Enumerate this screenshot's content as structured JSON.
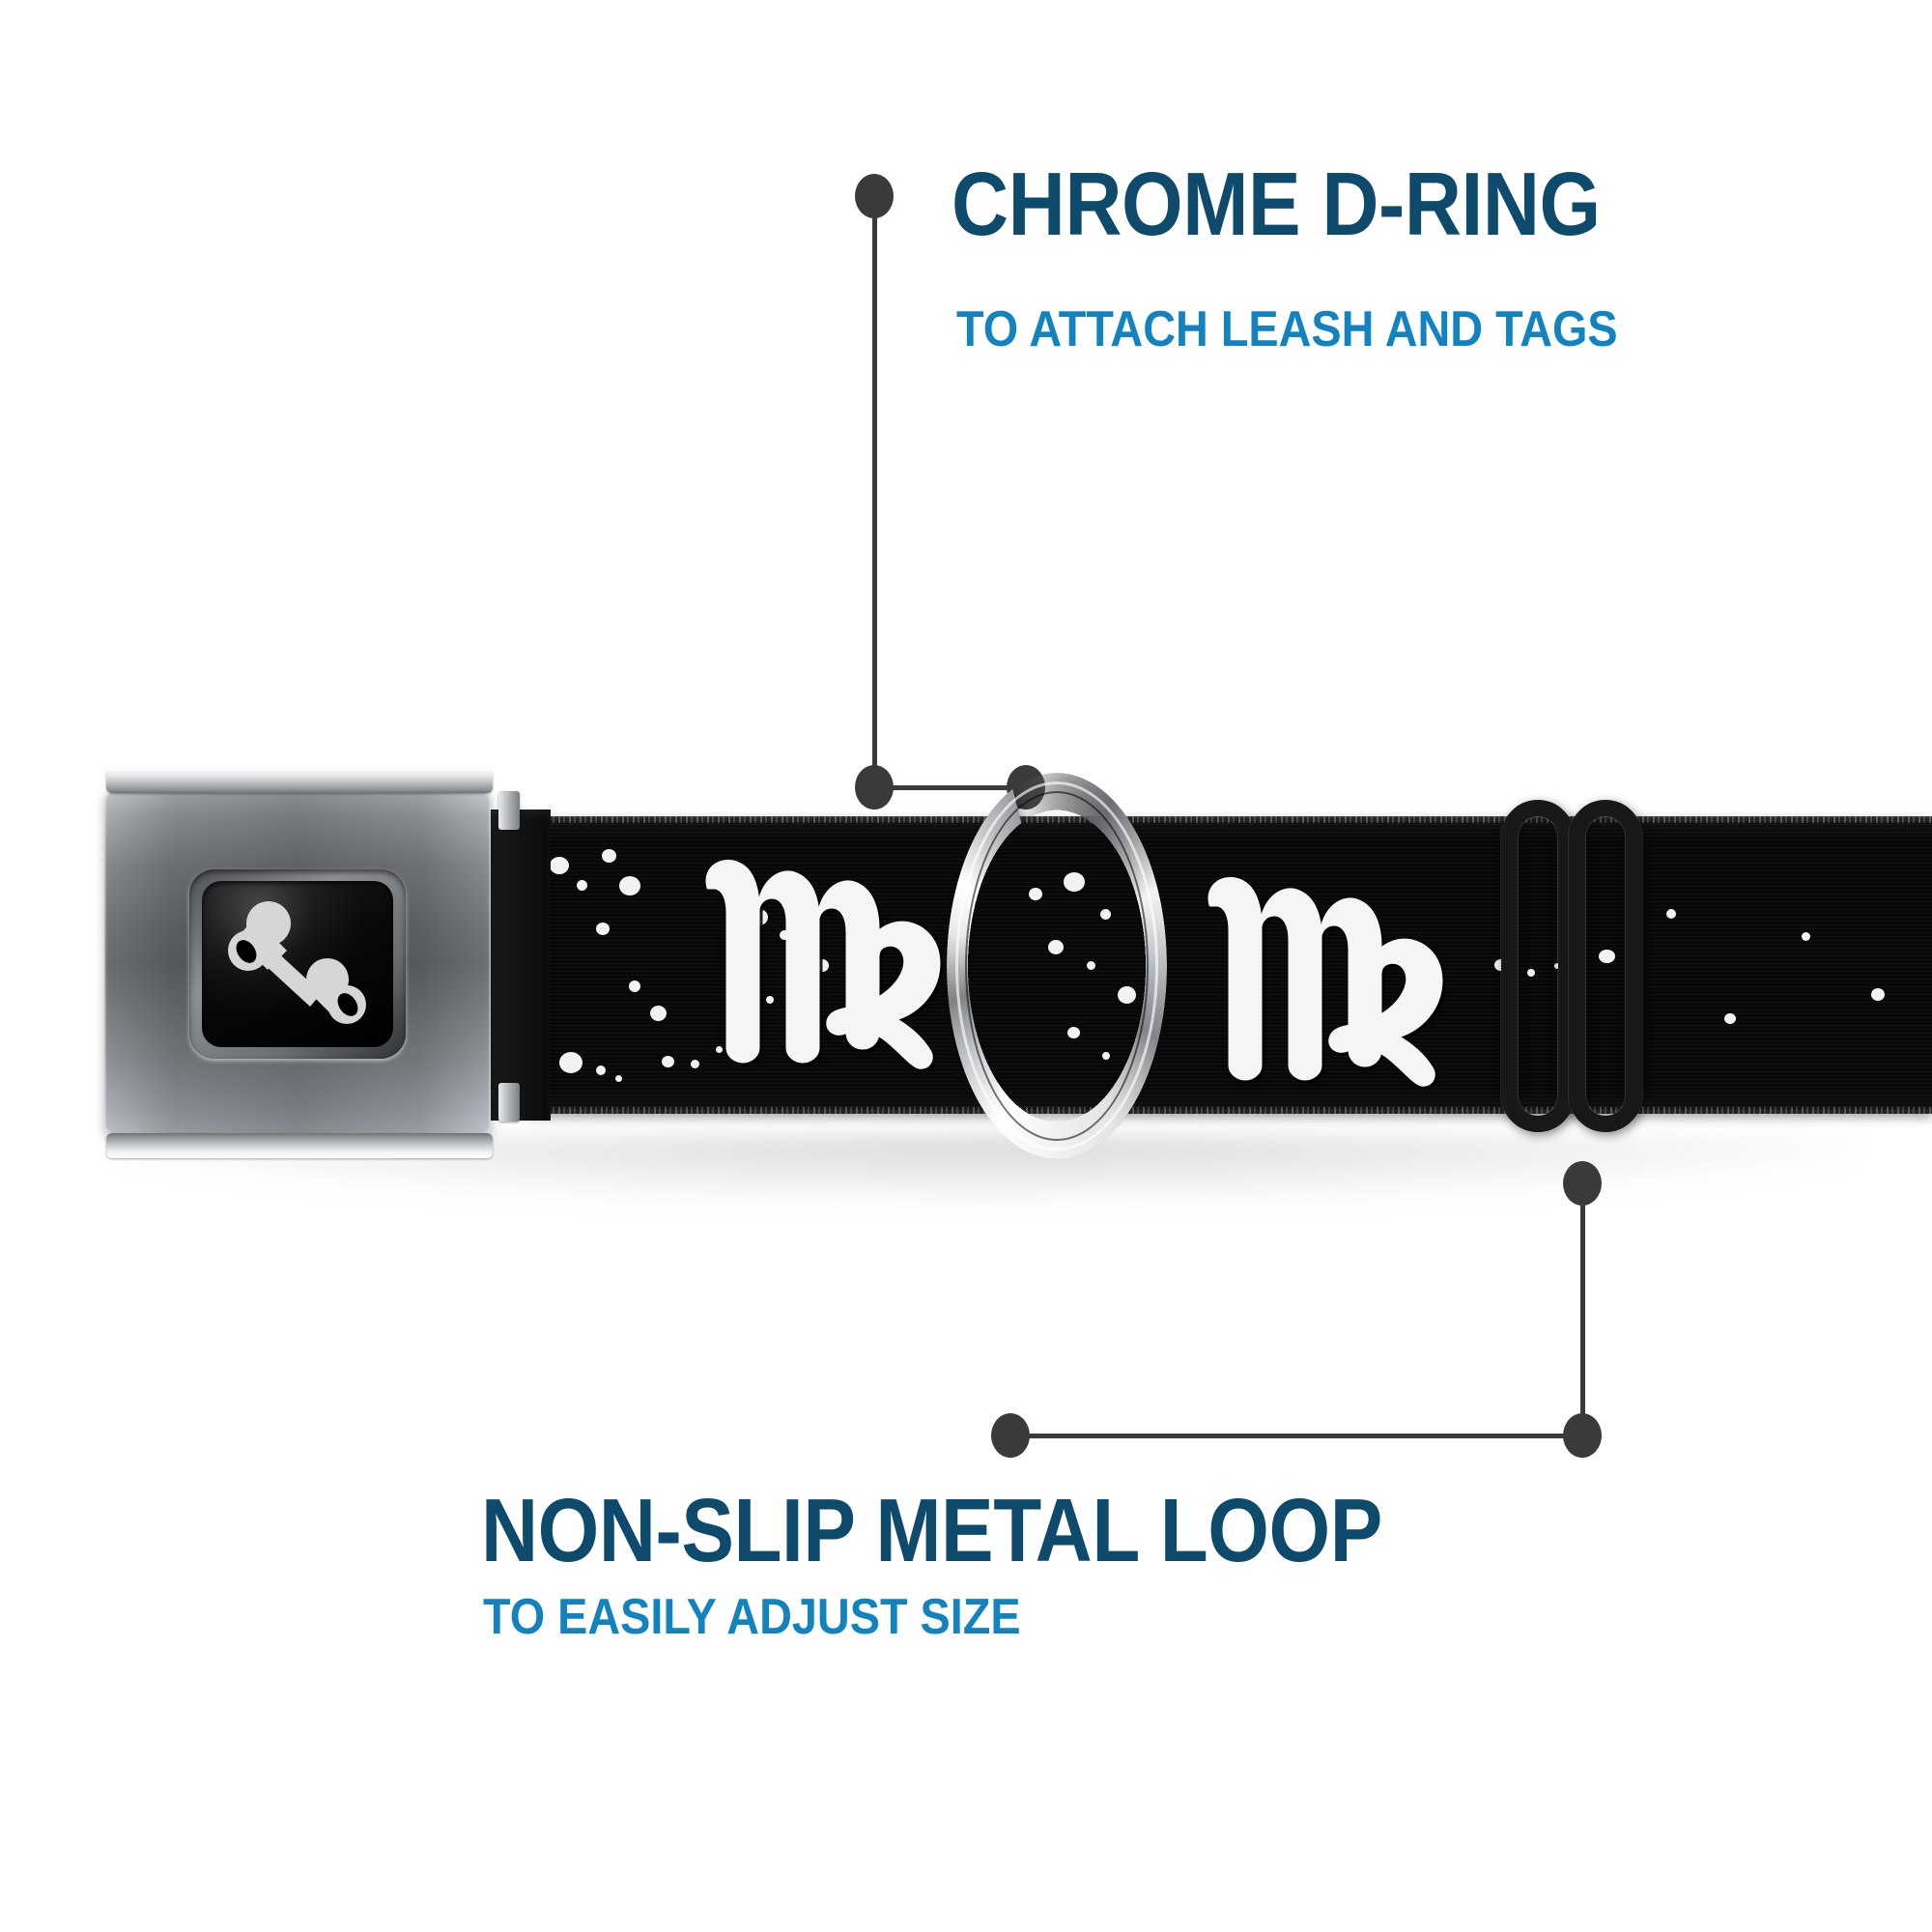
{
  "page": {
    "background_color": "#ffffff",
    "product_name": "seatbelt-buckle-dog-collar"
  },
  "colors": {
    "title_blue": "#0d4a6b",
    "subtitle_blue": "#1283bf",
    "leader_gray": "#3a3a3a",
    "strap_black": "#070707",
    "print_white": "#f5f5f5",
    "chrome_light": "#f4f5f6",
    "chrome_mid": "#8e9194",
    "loop_black": "#17181a"
  },
  "callouts": [
    {
      "id": "chrome-d-ring",
      "title": "CHROME D-RING",
      "subtitle": "TO ATTACH LEASH AND TAGS",
      "position": "top"
    },
    {
      "id": "non-slip-metal-loop",
      "title": "NON-SLIP METAL LOOP",
      "subtitle": "TO EASILY ADJUST SIZE",
      "position": "bottom"
    }
  ],
  "product": {
    "buckle": {
      "name": "chrome-seatbelt-buckle",
      "plate_color": "#000000",
      "logo": "dog-bone-icon",
      "logo_color": "#d6d6d6"
    },
    "strap": {
      "name": "collar-strap",
      "base_color": "#070707",
      "print_motif": "virgo-zodiac-symbol",
      "print_color": "#f5f5f5",
      "accent_motif": "star-speckle-constellation"
    },
    "d_ring": {
      "name": "chrome-d-ring",
      "finish": "chrome"
    },
    "adjuster_loop": {
      "name": "non-slip-metal-loop",
      "finish": "black-metal",
      "style": "double-bar-slider"
    }
  },
  "glyphs": {
    "virgo_symbol": "♍",
    "bone_icon": "dog-bone"
  }
}
